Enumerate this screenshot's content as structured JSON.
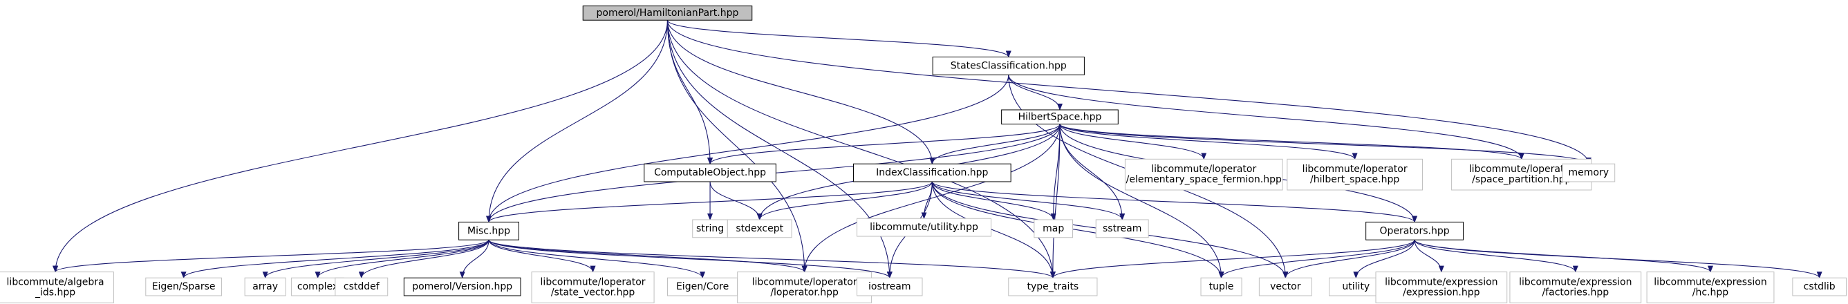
{
  "colors": {
    "edge": "#191970",
    "node_border_default": "#000000",
    "node_border_system": "#bfbfbf",
    "node_fill_root": "#bfbfbf",
    "node_fill": "#ffffff"
  },
  "nodes": [
    {
      "id": "root",
      "label": "pomerol/HamiltonianPart.hpp",
      "style": "root"
    },
    {
      "id": "states",
      "label": "StatesClassification.hpp",
      "style": "default"
    },
    {
      "id": "hilbert",
      "label": "HilbertSpace.hpp",
      "style": "default"
    },
    {
      "id": "computable",
      "label": "ComputableObject.hpp",
      "style": "default"
    },
    {
      "id": "index",
      "label": "IndexClassification.hpp",
      "style": "default"
    },
    {
      "id": "misc",
      "label": "Misc.hpp",
      "style": "default"
    },
    {
      "id": "operators",
      "label": "Operators.hpp",
      "style": "default"
    },
    {
      "id": "version",
      "label": "pomerol/Version.hpp",
      "style": "default"
    },
    {
      "id": "elem_space",
      "label": "libcommute/loperator\n/elementary_space_fermion.hpp",
      "style": "system"
    },
    {
      "id": "hilbert_space",
      "label": "libcommute/loperator\n/hilbert_space.hpp",
      "style": "system"
    },
    {
      "id": "space_partition",
      "label": "libcommute/loperator\n/space_partition.hpp",
      "style": "system"
    },
    {
      "id": "memory",
      "label": "memory",
      "style": "system"
    },
    {
      "id": "string",
      "label": "string",
      "style": "system"
    },
    {
      "id": "stdexcept",
      "label": "stdexcept",
      "style": "system"
    },
    {
      "id": "utility_hpp",
      "label": "libcommute/utility.hpp",
      "style": "system"
    },
    {
      "id": "map",
      "label": "map",
      "style": "system"
    },
    {
      "id": "sstream",
      "label": "sstream",
      "style": "system"
    },
    {
      "id": "algebra_ids",
      "label": "libcommute/algebra\n_ids.hpp",
      "style": "system"
    },
    {
      "id": "eigen_sparse",
      "label": "Eigen/Sparse",
      "style": "system"
    },
    {
      "id": "array",
      "label": "array",
      "style": "system"
    },
    {
      "id": "complex",
      "label": "complex",
      "style": "system"
    },
    {
      "id": "cstddef",
      "label": "cstddef",
      "style": "system"
    },
    {
      "id": "state_vector",
      "label": "libcommute/loperator\n/state_vector.hpp",
      "style": "system"
    },
    {
      "id": "eigen_core",
      "label": "Eigen/Core",
      "style": "system"
    },
    {
      "id": "loperator",
      "label": "libcommute/loperator\n/loperator.hpp",
      "style": "system"
    },
    {
      "id": "iostream",
      "label": "iostream",
      "style": "system"
    },
    {
      "id": "type_traits",
      "label": "type_traits",
      "style": "system"
    },
    {
      "id": "tuple",
      "label": "tuple",
      "style": "system"
    },
    {
      "id": "vector",
      "label": "vector",
      "style": "system"
    },
    {
      "id": "utility",
      "label": "utility",
      "style": "system"
    },
    {
      "id": "expr_expression",
      "label": "libcommute/expression\n/expression.hpp",
      "style": "system"
    },
    {
      "id": "expr_factories",
      "label": "libcommute/expression\n/factories.hpp",
      "style": "system"
    },
    {
      "id": "expr_hc",
      "label": "libcommute/expression\n/hc.hpp",
      "style": "system"
    },
    {
      "id": "cstdlib",
      "label": "cstdlib",
      "style": "system"
    }
  ],
  "edges": [
    [
      "root",
      "states"
    ],
    [
      "root",
      "memory"
    ],
    [
      "root",
      "algebra_ids"
    ],
    [
      "root",
      "misc"
    ],
    [
      "root",
      "loperator"
    ],
    [
      "root",
      "iostream"
    ],
    [
      "root",
      "type_traits"
    ],
    [
      "root",
      "computable"
    ],
    [
      "root",
      "index"
    ],
    [
      "states",
      "hilbert"
    ],
    [
      "states",
      "misc"
    ],
    [
      "states",
      "space_partition"
    ],
    [
      "states",
      "vector"
    ],
    [
      "hilbert",
      "computable"
    ],
    [
      "hilbert",
      "index"
    ],
    [
      "hilbert",
      "misc"
    ],
    [
      "hilbert",
      "operators"
    ],
    [
      "hilbert",
      "elem_space"
    ],
    [
      "hilbert",
      "hilbert_space"
    ],
    [
      "hilbert",
      "space_partition"
    ],
    [
      "hilbert",
      "memory"
    ],
    [
      "hilbert",
      "stdexcept"
    ],
    [
      "hilbert",
      "loperator"
    ],
    [
      "hilbert",
      "map"
    ],
    [
      "hilbert",
      "sstream"
    ],
    [
      "hilbert",
      "tuple"
    ],
    [
      "hilbert",
      "type_traits"
    ],
    [
      "computable",
      "string"
    ],
    [
      "computable",
      "stdexcept"
    ],
    [
      "index",
      "misc"
    ],
    [
      "index",
      "operators"
    ],
    [
      "index",
      "stdexcept"
    ],
    [
      "index",
      "utility_hpp"
    ],
    [
      "index",
      "map"
    ],
    [
      "index",
      "sstream"
    ],
    [
      "index",
      "iostream"
    ],
    [
      "index",
      "vector"
    ],
    [
      "index",
      "tuple"
    ],
    [
      "index",
      "type_traits"
    ],
    [
      "misc",
      "algebra_ids"
    ],
    [
      "misc",
      "eigen_sparse"
    ],
    [
      "misc",
      "array"
    ],
    [
      "misc",
      "complex"
    ],
    [
      "misc",
      "cstddef"
    ],
    [
      "misc",
      "version"
    ],
    [
      "misc",
      "state_vector"
    ],
    [
      "misc",
      "eigen_core"
    ],
    [
      "misc",
      "loperator"
    ],
    [
      "misc",
      "iostream"
    ],
    [
      "misc",
      "type_traits"
    ],
    [
      "operators",
      "type_traits"
    ],
    [
      "operators",
      "tuple"
    ],
    [
      "operators",
      "vector"
    ],
    [
      "operators",
      "utility"
    ],
    [
      "operators",
      "expr_expression"
    ],
    [
      "operators",
      "expr_factories"
    ],
    [
      "operators",
      "expr_hc"
    ],
    [
      "operators",
      "cstdlib"
    ]
  ]
}
